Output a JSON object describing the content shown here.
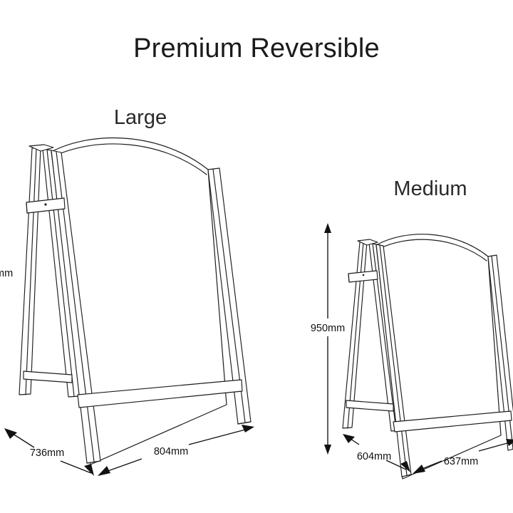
{
  "page": {
    "title": "Premium Reversible",
    "background_color": "#ffffff",
    "line_color": "#1d1d1d",
    "text_color": "#1a1a1a"
  },
  "products": [
    {
      "id": "large",
      "label": "Large",
      "dimensions": {
        "height": {
          "value": "mm",
          "full_text_visible": false,
          "position": "left-cropped"
        },
        "depth": {
          "value": "736mm"
        },
        "width": {
          "value": "804mm"
        }
      }
    },
    {
      "id": "medium",
      "label": "Medium",
      "dimensions": {
        "height": {
          "value": "950mm",
          "full_text_visible": true,
          "position": "left"
        },
        "depth": {
          "value": "604mm"
        },
        "width": {
          "value": "637mm"
        }
      }
    }
  ],
  "icons": {
    "arrow": "dimension-arrowhead"
  }
}
